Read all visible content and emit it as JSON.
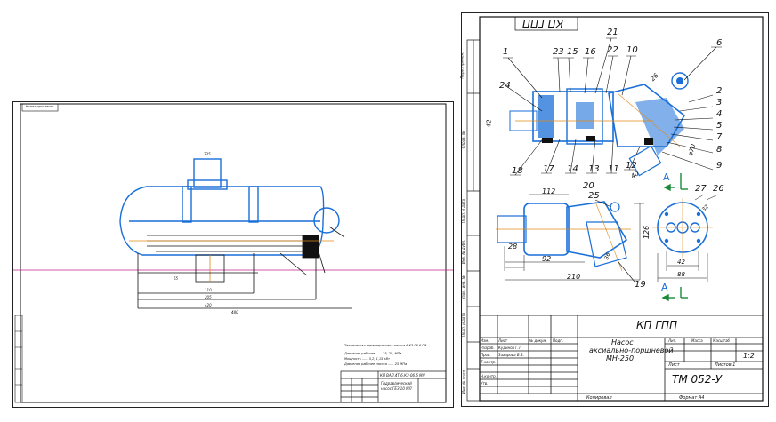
{
  "left_sheet": {
    "stamp": "Копия прочтена",
    "dimension_labels": [
      "235",
      "65",
      "110",
      "205",
      "420",
      "480"
    ],
    "notes": [
      "Техническая характеристика насоса 6.КЗ.06.6 ГМ",
      "Давление рабочее ...... 25, 20, МПа",
      "Мощность ...... 5,2, 1,15 кВт",
      "Давление рабочее насоса ...... 25 МПа"
    ],
    "title_block": {
      "designation": "КП ВАП.4Т-6.КЗ-06.6 МЛ",
      "name_line1": "Гидравлический",
      "name_line2": "насос ГЕЗ 10 МЛ"
    }
  },
  "right_sheet": {
    "rotated_title": "КП ГПП",
    "side_labels": [
      "Перв. примен.",
      "Справ. №",
      "Подп. и дата",
      "Инв. № дубл.",
      "Взам. инв. №",
      "Подп. и дата",
      "Инв. № подл."
    ],
    "callouts": [
      "1",
      "23",
      "15",
      "16",
      "21",
      "22",
      "10",
      "6",
      "2",
      "3",
      "4",
      "5",
      "7",
      "8",
      "9",
      "24",
      "18",
      "17",
      "14",
      "13",
      "11",
      "12",
      "20",
      "25",
      "27",
      "26",
      "19"
    ],
    "dimensions": [
      "42",
      "26",
      "112",
      "126",
      "28",
      "92",
      "210",
      "40",
      "φ70",
      "42",
      "88",
      "32",
      "36"
    ],
    "section_letter": "А",
    "section_letter_bottom": "А",
    "title_block": {
      "code_top": "КП ГПП",
      "name_line1": "Насос",
      "name_line2": "аксиально-поршневой",
      "name_line3": "МН-250",
      "header_cols": [
        "Лит.",
        "Масса",
        "Масштаб"
      ],
      "scale": "1:2",
      "sheet_label": "Лист",
      "sheets_label": "Листов 1",
      "rows": [
        {
          "role": "Изм.",
          "name": "Лист",
          "sign": "№ докум.",
          "date": "Подп."
        },
        {
          "role": "Разраб.",
          "name": "Кудинов Г.Т.",
          "sign": "",
          "date": ""
        },
        {
          "role": "Пров.",
          "name": "Захарова Б.В.",
          "sign": "",
          "date": ""
        },
        {
          "role": "Т.контр.",
          "name": "",
          "sign": "",
          "date": ""
        },
        {
          "role": "Н.контр.",
          "name": "",
          "sign": "",
          "date": ""
        },
        {
          "role": "Утв.",
          "name": "",
          "sign": "",
          "date": ""
        }
      ],
      "designation": "ТМ 052-У"
    },
    "footer_left": "Копировал",
    "footer_right": "Формат А4"
  },
  "colors": {
    "line": "#111111",
    "blue": "#1a6fd8",
    "orange": "#e08a1a",
    "red": "#cc2222",
    "green": "#1a8a3a",
    "magenta": "#c0208a"
  }
}
